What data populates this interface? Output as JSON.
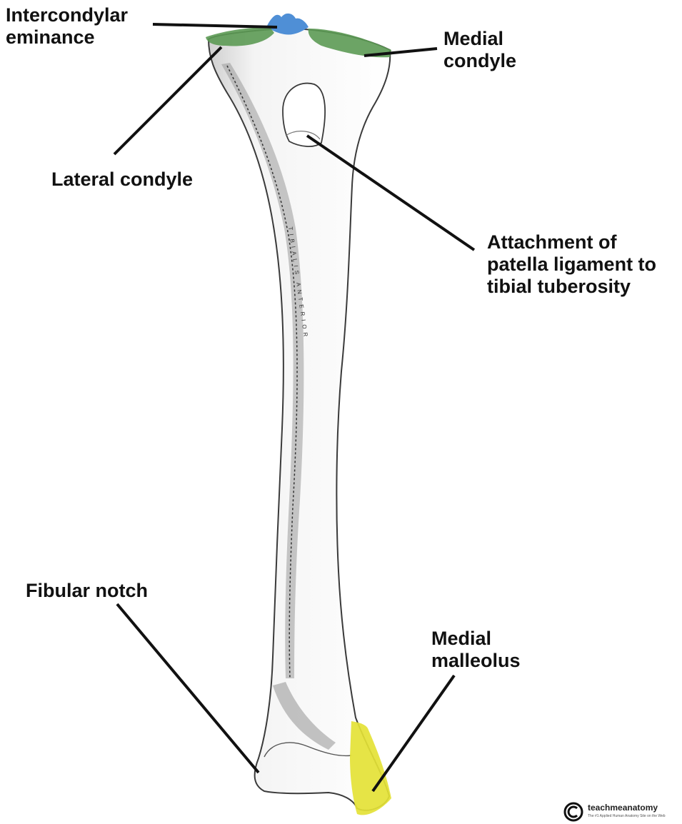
{
  "labels": {
    "intercondylar_eminance": [
      "Intercondylar",
      "eminance"
    ],
    "medial_condyle": [
      "Medial",
      "condyle"
    ],
    "lateral_condyle": [
      "Lateral condyle"
    ],
    "patella_attachment": [
      "Attachment of",
      "patella ligament to",
      "tibial tuberosity"
    ],
    "fibular_notch": [
      "Fibular notch"
    ],
    "medial_malleolus": [
      "Medial",
      "malleolus"
    ]
  },
  "bone_text": {
    "tibialis_anterior": "TIBIALIS ANTERIOR"
  },
  "credit": {
    "brand": "teachmeanatomy",
    "tagline": "The #1 Applied Human Anatomy Site on the Web",
    "copyright_symbol": "©"
  },
  "colors": {
    "intercondylar_highlight": "#4f8fd6",
    "condyle_highlight": "#5c9a54",
    "malleolus_highlight": "#e4e236",
    "leader_line": "#111111",
    "bone_outline": "#3a3a3a"
  }
}
